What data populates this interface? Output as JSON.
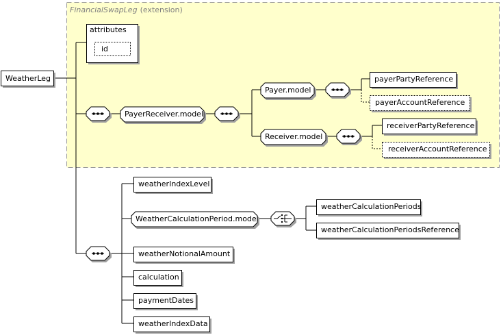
{
  "extension": {
    "base": "FinancialSwapLeg",
    "suffix": "(extension)",
    "fill_color": "#ffffcc",
    "border_color": "#999999"
  },
  "root": {
    "label": "WeatherLeg"
  },
  "attributes": {
    "label": "attributes",
    "items": [
      "id"
    ]
  },
  "models": {
    "payer_receiver": "PayerReceiver.model",
    "payer": "Payer.model",
    "receiver": "Receiver.model",
    "weather_calc_period": "WeatherCalculationPeriod.model"
  },
  "payer_elements": {
    "party": "payerPartyReference",
    "account": "payerAccountReference"
  },
  "receiver_elements": {
    "party": "receiverPartyReference",
    "account": "receiverAccountReference"
  },
  "elements": {
    "index_level": "weatherIndexLevel",
    "notional_amount": "weatherNotionalAmount",
    "calculation": "calculation",
    "payment_dates": "paymentDates",
    "index_data": "weatherIndexData"
  },
  "calc_period_choice": {
    "periods": "weatherCalculationPeriods",
    "periods_reference": "weatherCalculationPeriodsReference"
  },
  "compositors": {
    "sequence": "sequence-compositor-icon",
    "choice": "choice-compositor-icon"
  }
}
